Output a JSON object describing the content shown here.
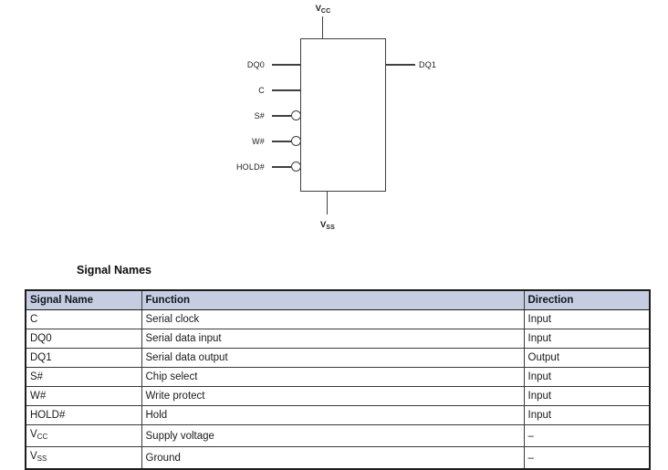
{
  "diagram": {
    "power_top": {
      "base": "V",
      "sub": "CC"
    },
    "power_bottom": {
      "base": "V",
      "sub": "SS"
    },
    "left_pins": [
      {
        "label": "DQ0",
        "bubble": false
      },
      {
        "label": "C",
        "bubble": false
      },
      {
        "label": "S#",
        "bubble": true
      },
      {
        "label": "W#",
        "bubble": true
      },
      {
        "label": "HOLD#",
        "bubble": true
      }
    ],
    "right_pins": [
      {
        "label": "DQ1"
      }
    ]
  },
  "signal_table": {
    "title": "Signal Names",
    "columns": [
      "Signal Name",
      "Function",
      "Direction"
    ],
    "rows": [
      {
        "signal": "C",
        "signal_sub": "",
        "function": "Serial clock",
        "direction": "Input"
      },
      {
        "signal": "DQ0",
        "signal_sub": "",
        "function": "Serial data input",
        "direction": "Input"
      },
      {
        "signal": "DQ1",
        "signal_sub": "",
        "function": "Serial data output",
        "direction": "Output"
      },
      {
        "signal": "S#",
        "signal_sub": "",
        "function": "Chip select",
        "direction": "Input"
      },
      {
        "signal": "W#",
        "signal_sub": "",
        "function": "Write protect",
        "direction": "Input"
      },
      {
        "signal": "HOLD#",
        "signal_sub": "",
        "function": "Hold",
        "direction": "Input"
      },
      {
        "signal": "V",
        "signal_sub": "CC",
        "function": "Supply voltage",
        "direction": "–"
      },
      {
        "signal": "V",
        "signal_sub": "SS",
        "function": "Ground",
        "direction": "–"
      }
    ],
    "colors": {
      "header_bg": "#c7cde1",
      "header_text": "#10131f",
      "body_text": "#1a1a1a",
      "line": "#404040"
    }
  }
}
